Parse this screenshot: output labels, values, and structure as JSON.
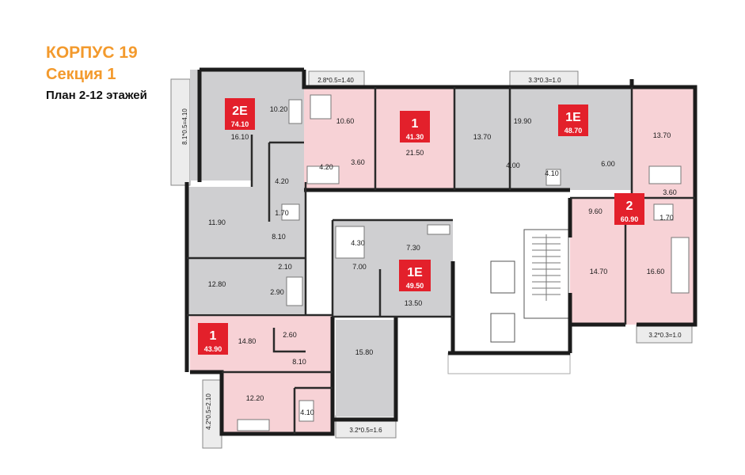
{
  "header": {
    "building": "КОРПУС 19",
    "section": "Секция 1",
    "plan": "План 2-12 этажей"
  },
  "colors": {
    "pink": "#f7d2d6",
    "gray": "#cfcfd1",
    "badge": "#e3202b",
    "wall": "#1c1c1c",
    "balcony": "#ececec"
  },
  "apartments": {
    "a2e": {
      "type": "2E",
      "area": "74.10"
    },
    "a1_top": {
      "type": "1",
      "area": "41.30"
    },
    "a1e_top": {
      "type": "1E",
      "area": "48.70"
    },
    "a2_right": {
      "type": "2",
      "area": "60.90"
    },
    "a1e_mid": {
      "type": "1E",
      "area": "49.50"
    },
    "a1_left": {
      "type": "1",
      "area": "43.90"
    }
  },
  "balconies": {
    "b_left_top": "8.1*0.5=4.10",
    "b_top1": "2.8*0.5=1.40",
    "b_top2": "3.3*0.3=1.0",
    "b_right": "3.2*0.3=1.0",
    "b_bottom": "3.2*0.5=1.6",
    "b_left_bottom": "4.2*0.5=2.10"
  },
  "rooms": {
    "r10_20": "10.20",
    "r16_10": "16.10",
    "r4_20a": "4.20",
    "r1_70a": "1.70",
    "r10_60": "10.60",
    "r4_20b": "4.20",
    "r3_60a": "3.60",
    "r21_50": "21.50",
    "r13_70a": "13.70",
    "r4_00": "4.00",
    "r19_90": "19.90",
    "r4_10a": "4.10",
    "r6_00": "6.00",
    "r13_70b": "13.70",
    "r3_60b": "3.60",
    "r9_60": "9.60",
    "r1_70b": "1.70",
    "r14_70": "14.70",
    "r16_60": "16.60",
    "r11_90": "11.90",
    "r8_10a": "8.10",
    "r2_10": "2.10",
    "r12_80": "12.80",
    "r2_90": "2.90",
    "r4_30": "4.30",
    "r7_30": "7.30",
    "r7_00": "7.00",
    "r13_50": "13.50",
    "r15_80": "15.80",
    "r14_80": "14.80",
    "r2_60": "2.60",
    "r8_10b": "8.10",
    "r12_20": "12.20",
    "r4_10b": "4.10"
  }
}
